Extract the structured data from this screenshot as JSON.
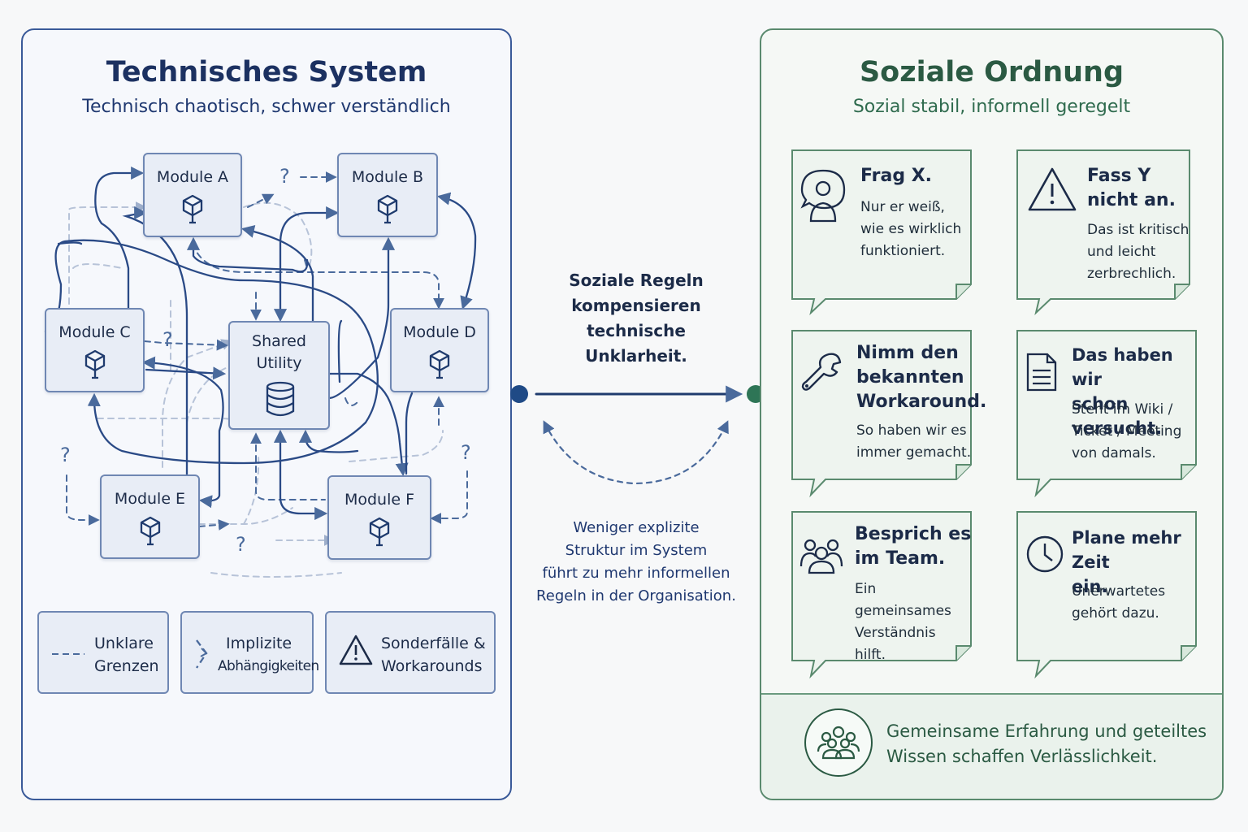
{
  "left": {
    "title": "Technisches System",
    "subtitle": "Technisch chaotisch, schwer verständlich",
    "modules": [
      {
        "label": "Module A",
        "icon": "cube-icon"
      },
      {
        "label": "Module B",
        "icon": "cube-icon"
      },
      {
        "label": "Module C",
        "icon": "cube-icon"
      },
      {
        "label": "Module D",
        "icon": "cube-icon"
      },
      {
        "label": "Module E",
        "icon": "cube-icon"
      },
      {
        "label": "Module F",
        "icon": "cube-icon"
      }
    ],
    "shared": {
      "line1": "Shared",
      "line2": "Utility",
      "icon": "database-icon"
    },
    "question_mark": "?",
    "legend": [
      {
        "line1": "Unklare",
        "line2": "Grenzen",
        "icon": "dashed-line-icon"
      },
      {
        "line1": "Implizite",
        "line2": "Abhängigkeiten",
        "icon": "implicit-arrow-icon"
      },
      {
        "line1": "Sonderfälle &",
        "line2": "Workarounds",
        "icon": "warning-icon"
      }
    ]
  },
  "middle": {
    "lines": [
      "Soziale Regeln",
      "kompensieren",
      "technische",
      "Unklarheit."
    ],
    "note_lines": [
      "Weniger explizite",
      "Struktur im System",
      "führt zu mehr informellen",
      "Regeln in der Organisation."
    ]
  },
  "right": {
    "title": "Soziale Ordnung",
    "subtitle": "Sozial stabil, informell geregelt",
    "callouts": [
      {
        "title": [
          "Frag X."
        ],
        "body": [
          "Nur er weiß,",
          "wie es wirklich",
          "funktioniert."
        ],
        "icon": "person-speech-icon"
      },
      {
        "title": [
          "Fass Y",
          "nicht an."
        ],
        "body": [
          "Das ist kritisch",
          "und leicht",
          "zerbrechlich."
        ],
        "icon": "warning-icon"
      },
      {
        "title": [
          "Nimm den",
          "bekannten",
          "Workaround."
        ],
        "body": [
          "So haben wir es",
          "immer gemacht."
        ],
        "icon": "wrench-icon"
      },
      {
        "title": [
          "Das haben wir",
          "schon versucht."
        ],
        "body": [
          "Steht im Wiki /",
          "Ticket / Meeting",
          "von damals."
        ],
        "icon": "document-icon"
      },
      {
        "title": [
          "Besprich es",
          "im Team."
        ],
        "body": [
          "Ein gemeinsames",
          "Verständnis",
          "hilft."
        ],
        "icon": "team-icon"
      },
      {
        "title": [
          "Plane mehr Zeit",
          "ein."
        ],
        "body": [
          "Unerwartetes",
          "gehört dazu."
        ],
        "icon": "clock-icon"
      }
    ],
    "footer": {
      "lines": [
        "Gemeinsame Erfahrung und geteiltes",
        "Wissen schaffen Verlässlichkeit."
      ],
      "icon": "group-icon"
    }
  },
  "colors": {
    "navy": "#1f3b6e",
    "green": "#2e6b4f",
    "left_border": "#3a5a99",
    "right_border": "#5a8a6e"
  }
}
